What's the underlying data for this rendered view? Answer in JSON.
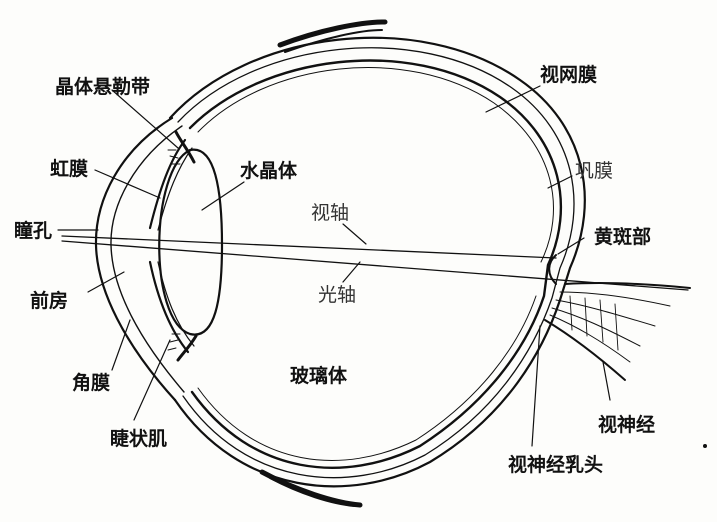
{
  "labels": {
    "zonular_fibers": "晶体悬勒带",
    "iris": "虹膜",
    "pupil": "瞳孔",
    "anterior_chamber": "前房",
    "cornea": "角膜",
    "ciliary_muscle": "睫状肌",
    "lens": "水晶体",
    "visual_axis": "视轴",
    "optical_axis": "光轴",
    "vitreous_body": "玻璃体",
    "retina": "视网膜",
    "sclera": "巩膜",
    "macula": "黄斑部",
    "optic_nerve": "视神经",
    "optic_disc": "视神经乳头"
  },
  "colors": {
    "ink": "#111111",
    "paper": "#fdfdfb"
  }
}
